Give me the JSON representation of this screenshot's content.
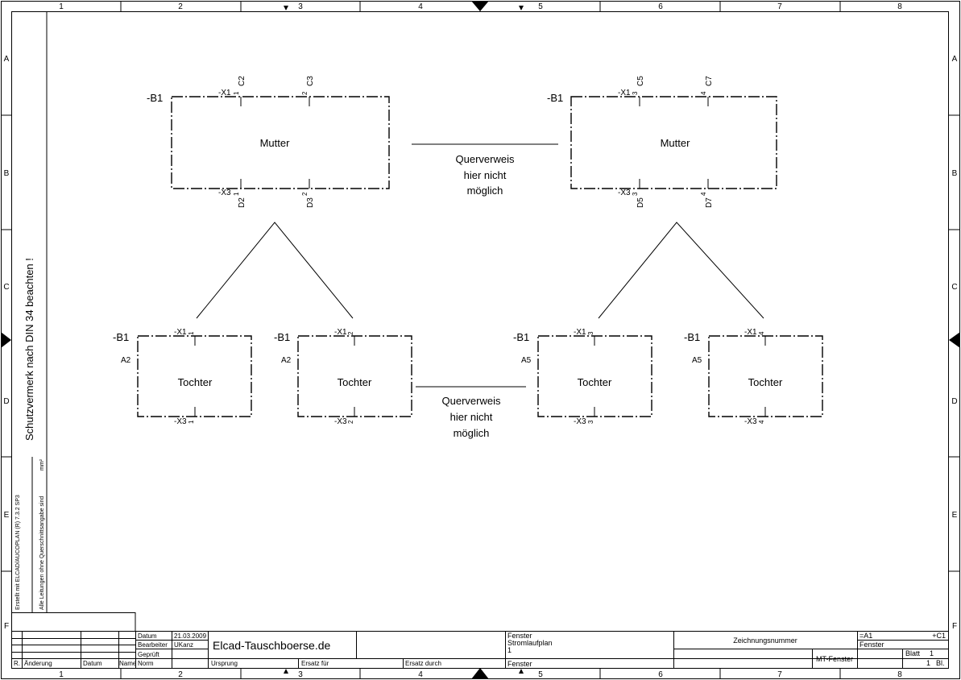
{
  "frame": {
    "columns": [
      "1",
      "2",
      "3",
      "4",
      "5",
      "6",
      "7",
      "8"
    ],
    "rows": [
      "A",
      "B",
      "C",
      "D",
      "E",
      "F"
    ]
  },
  "side_notes": {
    "protection": "Schutzvermerk nach DIN 34 beachten !",
    "created_with": "Erstellt mit ELCAD/AUCOPLAN (R) 7.3.2 SP3",
    "cross_section": "Alle Leitungen ohne Querschnittsangabe sind",
    "unit": "mm²"
  },
  "diagram": {
    "mother_groups": [
      {
        "device": "-B1",
        "title": "Mutter",
        "top_conn": "-X1",
        "top_pins": [
          "1",
          "2"
        ],
        "top_refs": [
          "C2",
          "C3"
        ],
        "bot_conn": "-X3",
        "bot_pins": [
          "1",
          "2"
        ],
        "bot_refs": [
          "D2",
          "D3"
        ]
      },
      {
        "device": "-B1",
        "title": "Mutter",
        "top_conn": "-X1",
        "top_pins": [
          "3",
          "4"
        ],
        "top_refs": [
          "C5",
          "C7"
        ],
        "bot_conn": "-X3",
        "bot_pins": [
          "3",
          "4"
        ],
        "bot_refs": [
          "D5",
          "D7"
        ]
      }
    ],
    "daughters": [
      {
        "device": "-B1",
        "ref": "A2",
        "title": "Tochter",
        "top_conn": "-X1",
        "top_pin": "1",
        "bot_conn": "-X3",
        "bot_pin": "1"
      },
      {
        "device": "-B1",
        "ref": "A2",
        "title": "Tochter",
        "top_conn": "-X1",
        "top_pin": "2",
        "bot_conn": "-X3",
        "bot_pin": "2"
      },
      {
        "device": "-B1",
        "ref": "A5",
        "title": "Tochter",
        "top_conn": "-X1",
        "top_pin": "3",
        "bot_conn": "-X3",
        "bot_pin": "3"
      },
      {
        "device": "-B1",
        "ref": "A5",
        "title": "Tochter",
        "top_conn": "-X1",
        "top_pin": "4",
        "bot_conn": "-X3",
        "bot_pin": "4"
      }
    ],
    "notes": [
      {
        "lines": [
          "Querverweis",
          "hier nicht",
          "möglich"
        ]
      },
      {
        "lines": [
          "Querverweis",
          "hier nicht",
          "möglich"
        ]
      }
    ]
  },
  "title_block": {
    "labels": {
      "datum": "Datum",
      "bearbeiter": "Bearbeiter",
      "geprueft": "Geprüft",
      "r": "R.",
      "aenderung": "Änderung",
      "datum2": "Datum",
      "name": "Name",
      "norm": "Norm",
      "ursprung": "Ursprung",
      "ersatz_fuer": "Ersatz für",
      "ersatz_durch": "Ersatz durch",
      "zeichnungsnummer": "Zeichnungsnummer",
      "blatt": "Blatt",
      "bl": "Bl."
    },
    "date": "21.03.2009",
    "editor": "UKanz",
    "company": "Elcad-Tauschboerse.de",
    "description": [
      "Fenster",
      "Stromlaufplan",
      "1"
    ],
    "bottom_desc": "Fenster",
    "plant": "=A1",
    "location": "+C1",
    "location_name": "Fenster",
    "drawing_name": "MT-Fenster",
    "sheet": "1",
    "sheets": "1"
  }
}
